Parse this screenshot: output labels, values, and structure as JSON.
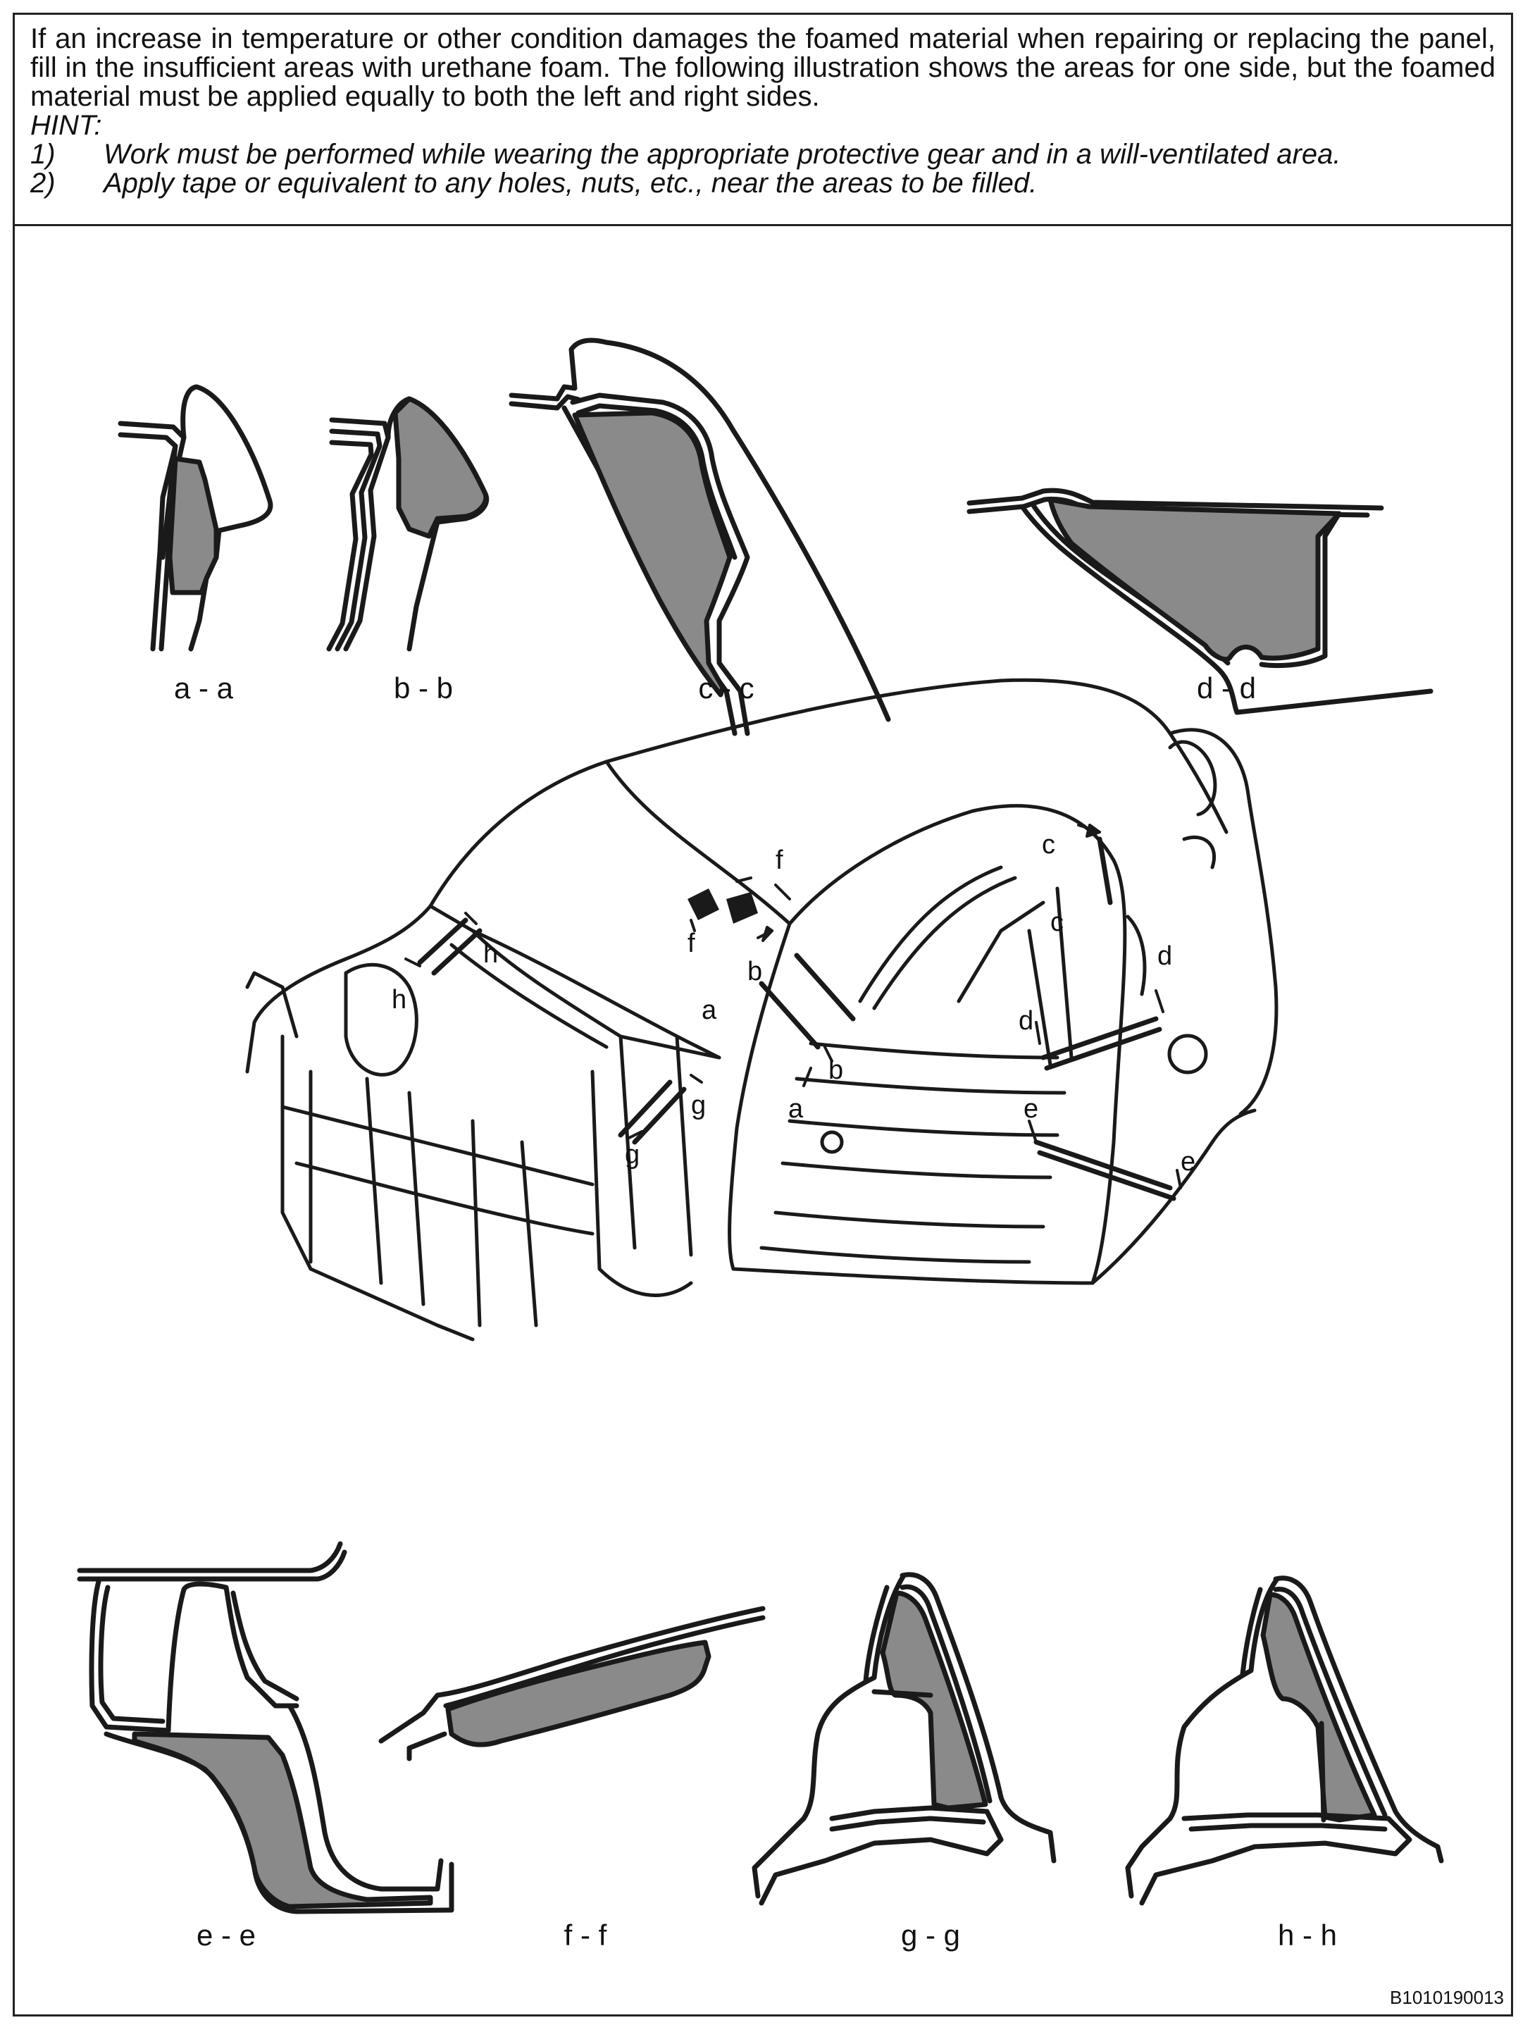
{
  "instructions": {
    "paragraph": "If an increase in temperature or other condition damages the foamed material when repairing or replacing the panel, fill in the insufficient areas with urethane foam. The following illustration shows the areas for one side, but the foamed material must be applied equally to both the left and right sides.",
    "hint_title": "HINT:",
    "hints": [
      {
        "num": "1)",
        "text": "Work must be performed while wearing the appropriate protective gear and in a will-ventilated area."
      },
      {
        "num": "2)",
        "text": "Apply tape or equivalent to any holes, nuts, etc., near the areas to be filled."
      }
    ]
  },
  "sections": {
    "aa": "a - a",
    "bb": "b - b",
    "cc": "c - c",
    "dd": "d - d",
    "ee": "e - e",
    "ff": "f - f",
    "gg": "g - g",
    "hh": "h - h"
  },
  "markers": {
    "a": "a",
    "b": "b",
    "c": "c",
    "d": "d",
    "e": "e",
    "f": "f",
    "g": "g",
    "h": "h"
  },
  "figure_id": "B1010190013",
  "colors": {
    "foam_fill": "#8a8a8a",
    "line": "#1a1a1a"
  }
}
